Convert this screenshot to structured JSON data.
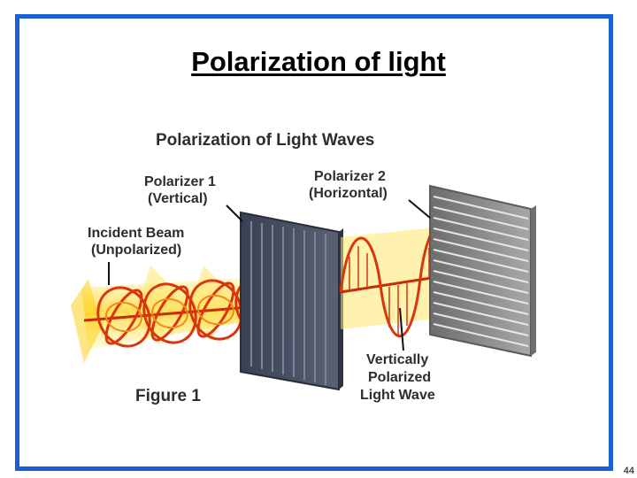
{
  "slide": {
    "title": "Polarization of light",
    "page_number": "44"
  },
  "diagram": {
    "heading": "Polarization of Light Waves",
    "polarizer1": {
      "line1": "Polarizer 1",
      "line2": "(Vertical)"
    },
    "polarizer2": {
      "line1": "Polarizer 2",
      "line2": "(Horizontal)"
    },
    "incident": {
      "line1": "Incident Beam",
      "line2": "(Unpolarized)"
    },
    "polarized": {
      "line1": "Vertically",
      "line2": "Polarized",
      "line3": "Light Wave"
    },
    "figure_label": "Figure 1",
    "colors": {
      "frame": "#1a5fd6",
      "wave": "#d9360b",
      "beam_glow": "#ffd21e",
      "polarizer_dark": "#4a5063",
      "polarizer_light": "#9b9b9b"
    }
  }
}
